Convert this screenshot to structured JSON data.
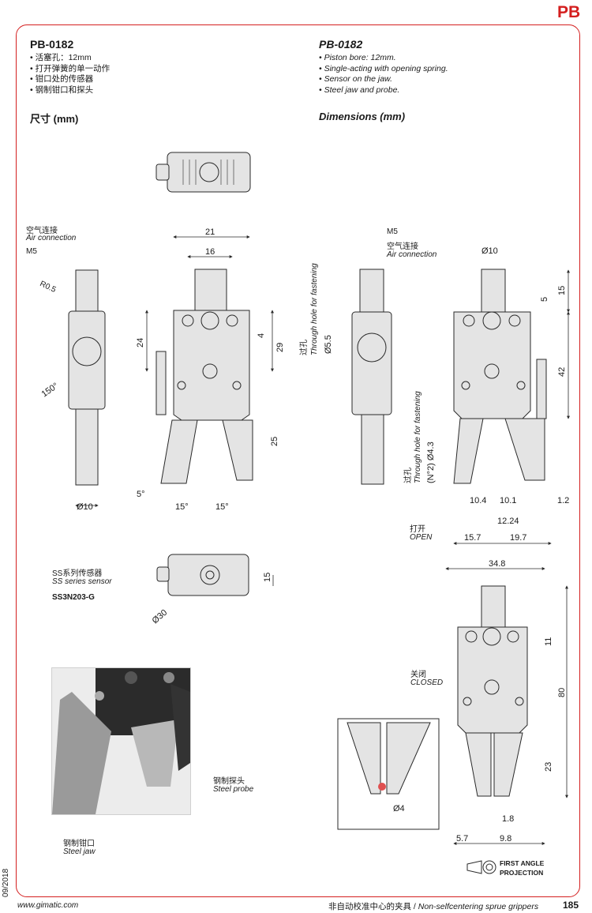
{
  "header": {
    "tab_label": "PB"
  },
  "left": {
    "model": "PB-0182",
    "bullets": [
      "活塞孔：12mm",
      "打开弹簧的单一动作",
      "钳口处的传感器",
      "钢制钳口和探头"
    ],
    "dimensions_heading": "尺寸 (mm)"
  },
  "right": {
    "model": "PB-0182",
    "bullets": [
      "Piston bore: 12mm.",
      "Single-acting with opening spring.",
      "Sensor on the jaw.",
      "Steel jaw and probe."
    ],
    "dimensions_heading": "Dimensions (mm)"
  },
  "labels": {
    "air_cn": "空气连接",
    "air_en": "Air connection",
    "m5": "M5",
    "air_cn2": "空气连接",
    "air_en2": "Air connection",
    "m5b": "M5",
    "r05": "R0.5",
    "deg150": "150°",
    "d10a": "Ø10",
    "c21": "21",
    "c16": "16",
    "d24": "24",
    "d4": "4",
    "d29": "29",
    "d25": "25",
    "deg5": "5°",
    "deg15a": "15°",
    "deg15b": "15°",
    "hole_cn": "过孔",
    "hole_en": "Through hole for fastening",
    "d55": "Ø5.5",
    "hole2_cn": "过孔",
    "hole2_en": "Through hole for fastening",
    "d43": "(N°2) Ø4.3",
    "d10b": "Ø10",
    "d5": "5",
    "d15": "15",
    "d42": "42",
    "d104": "10.4",
    "d101": "10.1",
    "d12": "1.2",
    "d1224": "12.24",
    "d157": "15.7",
    "d197": "19.7",
    "open_cn": "打开",
    "open_en": "OPEN",
    "sensor_cn": "SS系列传感器",
    "sensor_en": "SS series sensor",
    "sensor_code": "SS3N203-G",
    "c15": "15",
    "d30": "Ø30",
    "d348": "34.8",
    "d11": "11",
    "d80": "80",
    "d23": "23",
    "closed_cn": "关闭",
    "closed_en": "CLOSED",
    "d4b": "Ø4",
    "d18": "1.8",
    "d57": "5.7",
    "d98": "9.8",
    "probe_cn": "钢制探头",
    "probe_en": "Steel probe",
    "jaw_cn": "钢制钳口",
    "jaw_en": "Steel jaw",
    "first_angle_1": "FIRST ANGLE",
    "first_angle_2": "PROJECTION"
  },
  "footer": {
    "date": "09/2018",
    "website": "www.gimatic.com",
    "category_cn": "非自动校准中心的夹具 / ",
    "category_en": "Non-selfcentering sprue grippers",
    "page": "185"
  },
  "colors": {
    "accent": "#d41f1f",
    "part_fill": "#e4e4e4",
    "line": "#2a2a2a",
    "probe_dot": "#e05050"
  }
}
